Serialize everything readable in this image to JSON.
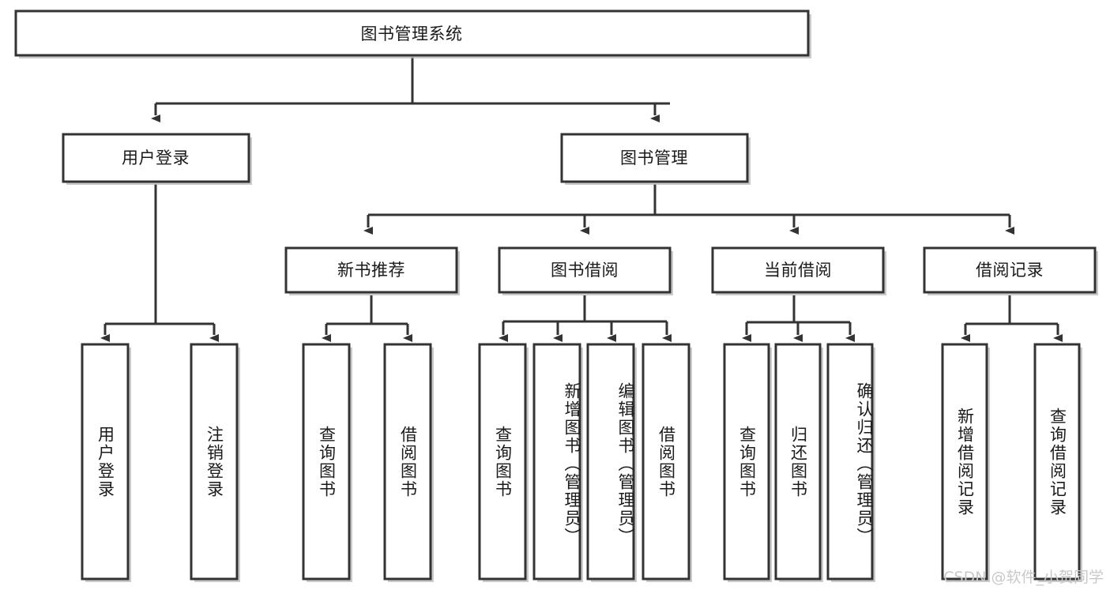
{
  "diagram": {
    "title": "图书管理系统",
    "type": "tree",
    "watermark": "CSDN @软件_小贺同学",
    "colors": {
      "box_fill": "#ffffff",
      "box_stroke": "#333333",
      "line": "#333333",
      "text": "#1a1a1a",
      "watermark": "#c9c9c9",
      "background": "#ffffff"
    },
    "root": {
      "label": "图书管理系统"
    },
    "level2": [
      {
        "label": "用户登录"
      },
      {
        "label": "图书管理"
      }
    ],
    "level3": [
      {
        "label": "新书推荐"
      },
      {
        "label": "图书借阅"
      },
      {
        "label": "当前借阅"
      },
      {
        "label": "借阅记录"
      }
    ],
    "leaves": {
      "user_login": [
        {
          "label": "用户登录"
        },
        {
          "label": "注销登录"
        }
      ],
      "new_book": [
        {
          "label": "查询图书"
        },
        {
          "label": "借阅图书"
        }
      ],
      "book_borrow": [
        {
          "label": "查询图书"
        },
        {
          "label": "新增图书（管理员）"
        },
        {
          "label": "编辑图书（管理员）"
        },
        {
          "label": "借阅图书"
        }
      ],
      "current_borrow": [
        {
          "label": "查询图书"
        },
        {
          "label": "归还图书"
        },
        {
          "label": "确认归还（管理员）"
        }
      ],
      "borrow_record": [
        {
          "label": "新增借阅记录"
        },
        {
          "label": "查询借阅记录"
        }
      ]
    }
  }
}
